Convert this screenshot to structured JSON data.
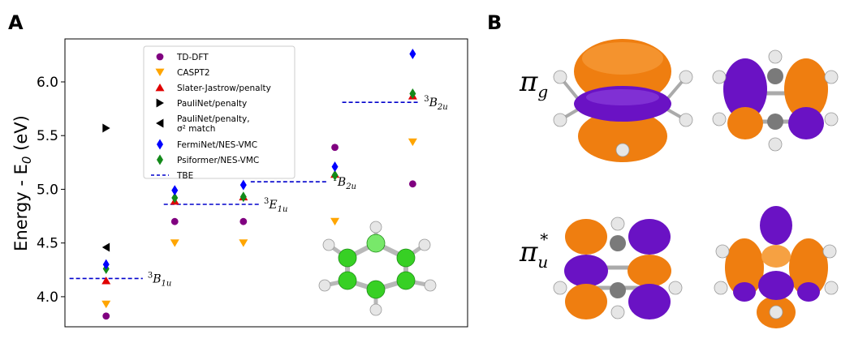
{
  "panels": {
    "a": "A",
    "b": "B"
  },
  "colors": {
    "td_dft": "#800080",
    "caspt2": "#ffa500",
    "slater": "#e00000",
    "paulinet": "#000000",
    "fermi": "#0000ff",
    "psi": "#138a1a",
    "tbe": "#0000cc",
    "orange": "#ef7e10",
    "purple": "#6a12c4",
    "carbon": "#7a7a7a",
    "nitrogen": "#37d024",
    "hydrogen": "#e6e6e6"
  },
  "chart_data": {
    "type": "scatter",
    "ylabel": "Energy - E",
    "ylabel_sub": "0",
    "ylabel_unit": " (eV)",
    "ylim": [
      3.72,
      6.4
    ],
    "yticks": [
      "4.0",
      "4.5",
      "5.0",
      "5.5",
      "6.0"
    ],
    "grid": false,
    "legend_position": "top-center",
    "legend": [
      {
        "key": "td_dft",
        "marker": "circle",
        "label": "TD-DFT"
      },
      {
        "key": "caspt2",
        "marker": "triangle-down",
        "label": "CASPT2"
      },
      {
        "key": "slater",
        "marker": "triangle-up",
        "label": "Slater-Jastrow/penalty"
      },
      {
        "key": "paulinet",
        "marker": "triangle-right",
        "label": "PauliNet/penalty"
      },
      {
        "key": "paulinet_s2",
        "marker": "triangle-left",
        "label": "PauliNet/penalty,",
        "label2": "σ² match"
      },
      {
        "key": "fermi",
        "marker": "diamond",
        "label": "FermiNet/NES-VMC"
      },
      {
        "key": "psi",
        "marker": "diamond",
        "label": "Psiformer/NES-VMC"
      },
      {
        "key": "tbe",
        "marker": "dash",
        "label": "TBE"
      }
    ],
    "states": [
      {
        "label": "B",
        "sup": "3",
        "sub": "1u",
        "tbe": 4.17,
        "x": 1.0
      },
      {
        "label": "E",
        "sup": "3",
        "sub": "1u",
        "tbe": 4.86,
        "x": 2.15
      },
      {
        "label": "B",
        "sup": "1",
        "sub": "2u",
        "tbe": 5.07,
        "x": 3.0
      },
      {
        "label": "B",
        "sup": "3",
        "sub": "2u",
        "tbe": 5.81,
        "x": 4.0
      }
    ],
    "points": [
      {
        "key": "td_dft",
        "x": 1.0,
        "y": 3.82
      },
      {
        "key": "caspt2",
        "x": 1.0,
        "y": 3.93
      },
      {
        "key": "slater",
        "x": 1.0,
        "y": 4.15
      },
      {
        "key": "psi",
        "x": 1.0,
        "y": 4.26
      },
      {
        "key": "fermi",
        "x": 1.0,
        "y": 4.3
      },
      {
        "key": "paulinet_s2",
        "x": 1.0,
        "y": 4.46
      },
      {
        "key": "paulinet",
        "x": 1.0,
        "y": 5.57
      },
      {
        "key": "td_dft",
        "x": 1.75,
        "y": 4.7
      },
      {
        "key": "caspt2",
        "x": 1.75,
        "y": 4.5
      },
      {
        "key": "slater",
        "x": 1.75,
        "y": 4.89
      },
      {
        "key": "psi",
        "x": 1.75,
        "y": 4.92
      },
      {
        "key": "fermi",
        "x": 1.75,
        "y": 4.99
      },
      {
        "key": "td_dft",
        "x": 2.5,
        "y": 4.7
      },
      {
        "key": "caspt2",
        "x": 2.5,
        "y": 4.5
      },
      {
        "key": "slater",
        "x": 2.5,
        "y": 4.93
      },
      {
        "key": "psi",
        "x": 2.5,
        "y": 4.93
      },
      {
        "key": "fermi",
        "x": 2.5,
        "y": 5.04
      },
      {
        "key": "td_dft",
        "x": 3.5,
        "y": 5.39
      },
      {
        "key": "caspt2",
        "x": 3.5,
        "y": 4.7
      },
      {
        "key": "slater",
        "x": 3.5,
        "y": 5.14
      },
      {
        "key": "psi",
        "x": 3.5,
        "y": 5.13
      },
      {
        "key": "fermi",
        "x": 3.5,
        "y": 5.21
      },
      {
        "key": "td_dft",
        "x": 4.35,
        "y": 5.05
      },
      {
        "key": "caspt2",
        "x": 4.35,
        "y": 5.44
      },
      {
        "key": "slater",
        "x": 4.35,
        "y": 5.87
      },
      {
        "key": "psi",
        "x": 4.35,
        "y": 5.89
      },
      {
        "key": "fermi",
        "x": 4.35,
        "y": 6.26
      }
    ]
  },
  "orbitals": {
    "pi_g": {
      "symbol": "π",
      "sub": "g",
      "sup": ""
    },
    "pi_u_star": {
      "symbol": "π",
      "sub": "u",
      "sup": "*"
    }
  }
}
